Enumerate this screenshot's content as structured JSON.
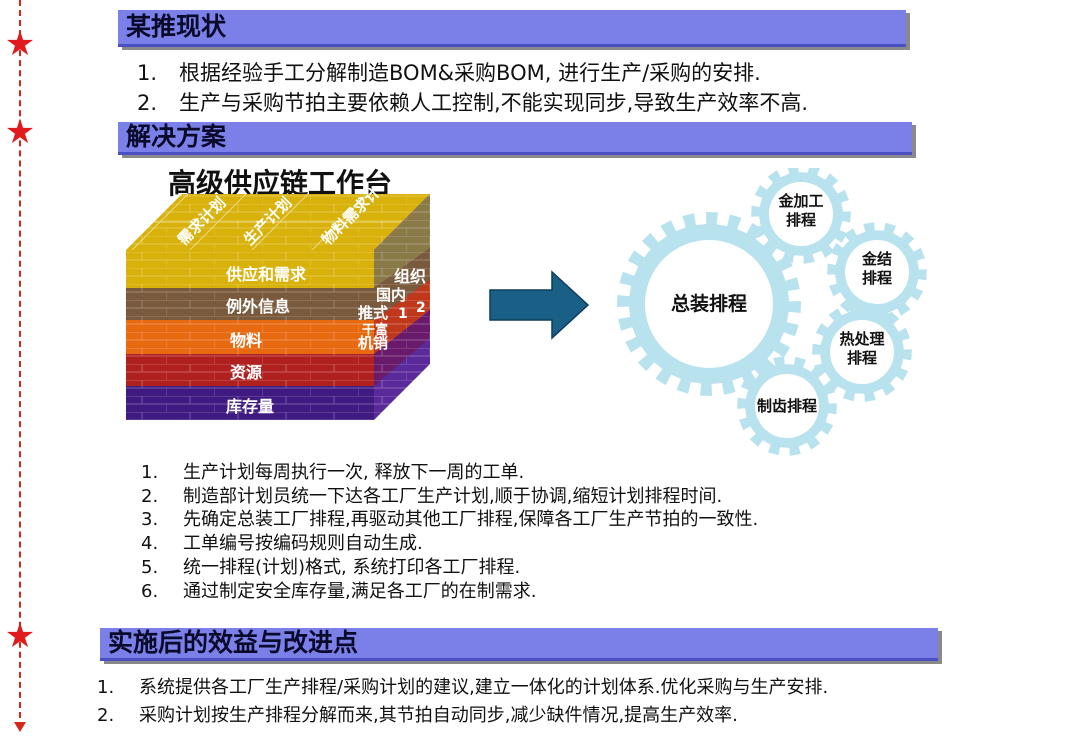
{
  "sections": {
    "current": {
      "title": "某推现状"
    },
    "solution": {
      "title": "解决方案"
    },
    "benefits": {
      "title": "实施后的效益与改进点"
    }
  },
  "current_items": [
    {
      "num": "1.",
      "text": "根据经验手工分解制造BOM&采购BOM,    进行生产/采购的安排."
    },
    {
      "num": "2.",
      "text": "生产与采购节拍主要依赖人工控制,不能实现同步,导致生产效率不高."
    }
  ],
  "cube": {
    "title": "高级供应链工作台",
    "top_labels": [
      "需求计划",
      "生产计划",
      "物料需求计"
    ],
    "layers": [
      "供应和需求",
      "例外信息",
      "物料",
      "资源",
      "库存量"
    ],
    "side_labels": [
      "组织",
      "国内",
      "推式",
      "机销",
      "1",
      "2",
      "干富"
    ]
  },
  "gears": {
    "main": "总装排程",
    "small": [
      "金加工排程",
      "金结排程",
      "热处理排程",
      "制齿排程"
    ]
  },
  "solution_items": [
    {
      "num": "1.",
      "text": "生产计划每周执行一次, 释放下一周的工单."
    },
    {
      "num": "2.",
      "text": "制造部计划员统一下达各工厂生产计划,顺于协调,缩短计划排程时间."
    },
    {
      "num": "3.",
      "text": "先确定总装工厂排程,再驱动其他工厂排程,保障各工厂生产节拍的一致性."
    },
    {
      "num": "4.",
      "text": "工单编号按编码规则自动生成."
    },
    {
      "num": "5.",
      "text": "统一排程(计划)格式, 系统打印各工厂排程."
    },
    {
      "num": "6.",
      "text": "通过制定安全库存量,满足各工厂的在制需求."
    }
  ],
  "benefit_items": [
    {
      "num": "1.",
      "text": "系统提供各工厂生产排程/采购计划的建议,建立一体化的计划体系.优化采购与生产安排."
    },
    {
      "num": "2.",
      "text": "采购计划按生产排程分解而来,其节拍自动同步,减少缺件情况,提高生产效率."
    }
  ],
  "icons": [
    "star-icon",
    "arrow-right-icon",
    "gear-icon"
  ],
  "colors": {
    "header_bg": "#7b7fe8",
    "star": "#e01b1b",
    "gear": "#b9e2ef",
    "arrow": "#1a5f86",
    "layer_yellow": "#d8b20a",
    "layer_brown": "#7a5a3c",
    "layer_orange": "#e86a10",
    "layer_red": "#b0201e",
    "layer_purple": "#3f1a80"
  }
}
